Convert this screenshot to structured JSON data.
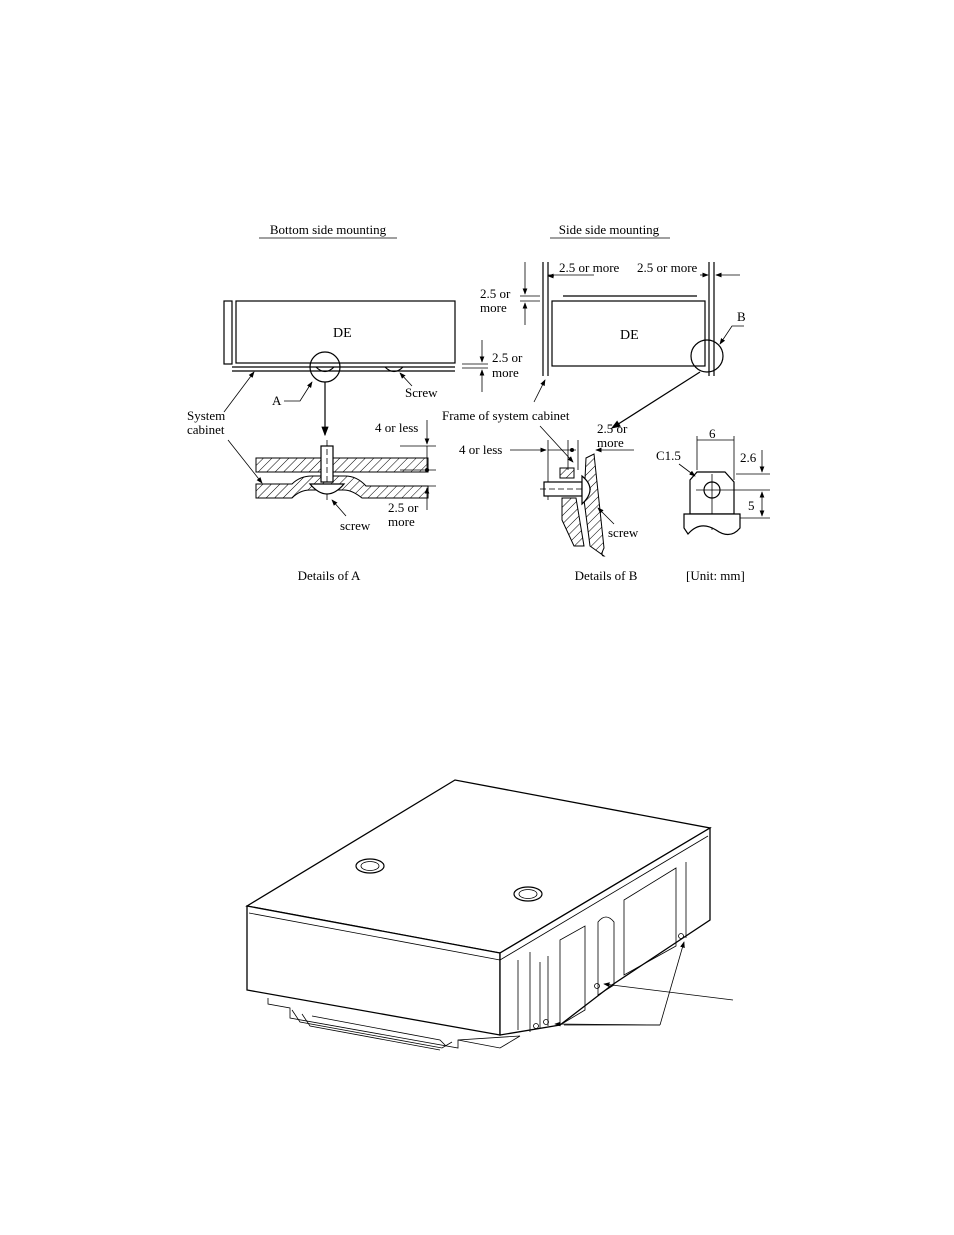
{
  "titles": {
    "bottom": "Bottom side mounting",
    "side": "Side side mounting"
  },
  "labels": {
    "de": "DE",
    "system_cabinet_1": "System",
    "system_cabinet_2": "cabinet",
    "a": "A",
    "b": "B",
    "screw_cap": "Screw",
    "screw": "screw",
    "frame": "Frame of system cabinet",
    "c15": "C1.5",
    "six": "6",
    "two_six": "2.6",
    "five": "5",
    "four_or_less": "4 or less",
    "two_five_or": "2.5 or",
    "more": "more",
    "two_five_or_more": "2.5 or more",
    "details_a": "Details of A",
    "details_b": "Details of B",
    "unit": "[Unit: mm]"
  }
}
